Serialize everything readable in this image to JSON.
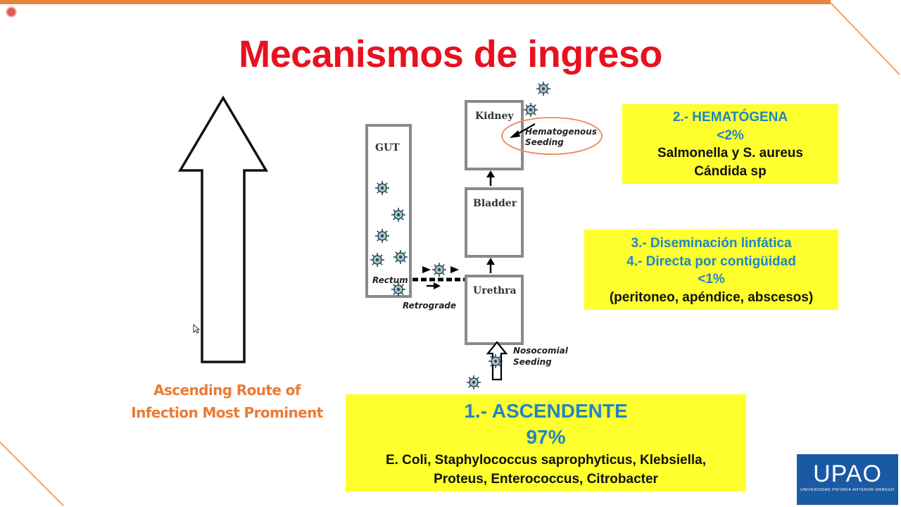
{
  "slide": {
    "title": "Mecanismos de ingreso",
    "route_caption": {
      "line1": "Ascending Route of",
      "line2": "Infection Most Prominent"
    }
  },
  "diagram": {
    "labels": {
      "gut": "GUT",
      "rectum": "Rectum",
      "kidney": "Kidney",
      "bladder": "Bladder",
      "urethra": "Urethra",
      "retrograde": "Retrograde",
      "hematogenous_1": "Hematogenous",
      "hematogenous_2": "Seeding",
      "nosocomial_1": "Nosocomial",
      "nosocomial_2": "Seeding"
    }
  },
  "boxes": {
    "hematogena": {
      "title": "2.- HEMATÓGENA",
      "percent": "<2%",
      "line1": "Salmonella y S. aureus",
      "line2": "Cándida sp"
    },
    "linfatica": {
      "line1": "3.- Diseminación linfática",
      "line2": "4.- Directa por contigüidad",
      "percent": "<1%",
      "line3": "(peritoneo,  apéndice, abscesos)"
    },
    "ascendente": {
      "title": "1.- ASCENDENTE",
      "percent": "97%",
      "line1": "E. Coli, Staphylococcus saprophyticus, Klebsiella,",
      "line2": "Proteus, Enterococcus, Citrobacter"
    }
  },
  "logo": {
    "text": "UPAO",
    "subtext": "UNIVERSIDAD PRIVADA ANTENOR ORREGO"
  },
  "colors": {
    "title": "#e8111f",
    "caption": "#ec7a33",
    "box_fill": "#ffff2e",
    "box_heading": "#1f86c4",
    "logo_bg": "#1a5aa3",
    "accent_bar": "#e8843c"
  }
}
